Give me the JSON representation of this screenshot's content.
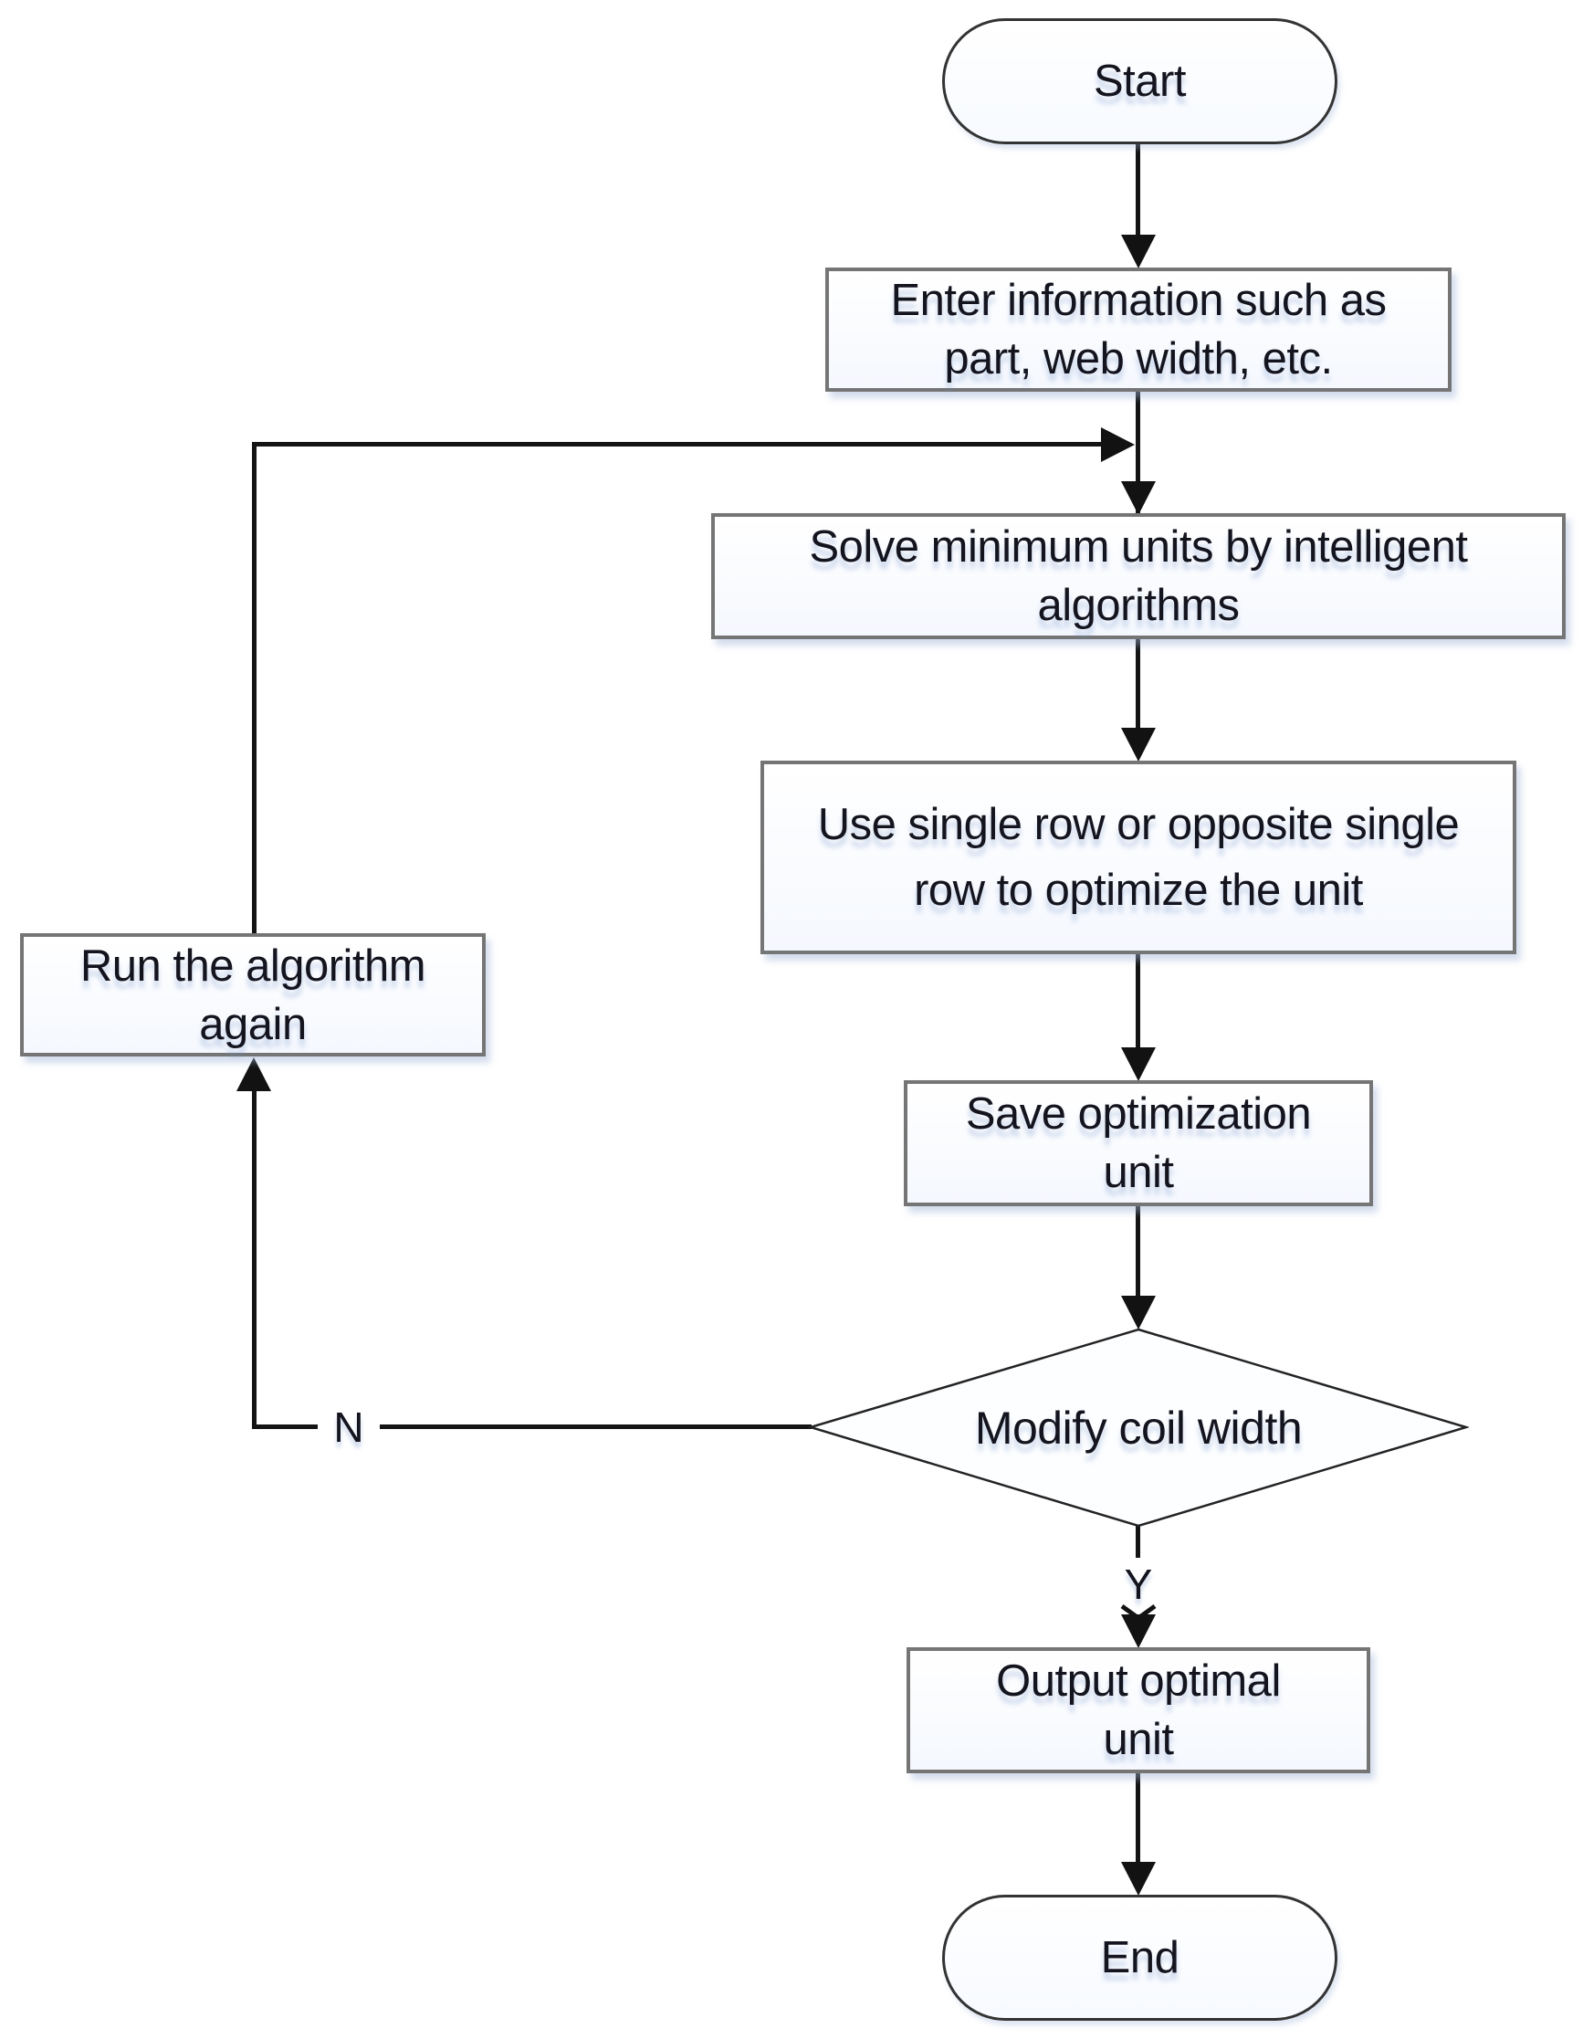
{
  "nodes": {
    "start": {
      "type": "terminator",
      "label": "Start"
    },
    "enter_info": {
      "type": "process",
      "lines": [
        "Enter information such as",
        "part, web width, etc."
      ]
    },
    "solve": {
      "type": "process",
      "lines": [
        "Solve minimum units by intelligent",
        "algorithms"
      ]
    },
    "use_single_row": {
      "type": "process",
      "lines": [
        "Use single row or opposite single",
        "row to optimize the unit"
      ]
    },
    "save": {
      "type": "process",
      "lines": [
        "Save optimization",
        "unit"
      ]
    },
    "decision": {
      "type": "decision",
      "label": "Modify coil width"
    },
    "run_again": {
      "type": "process",
      "lines": [
        "Run the algorithm",
        "again"
      ]
    },
    "output": {
      "type": "process",
      "lines": [
        "Output optimal",
        "unit"
      ]
    },
    "end": {
      "type": "terminator",
      "label": "End"
    }
  },
  "edge_labels": {
    "no": "N",
    "yes": "Y"
  },
  "colors": {
    "background": "#ffffff",
    "connector_line": "#141414",
    "process_border": "#757575",
    "terminator_border": "#333333",
    "text": "#14141f"
  }
}
